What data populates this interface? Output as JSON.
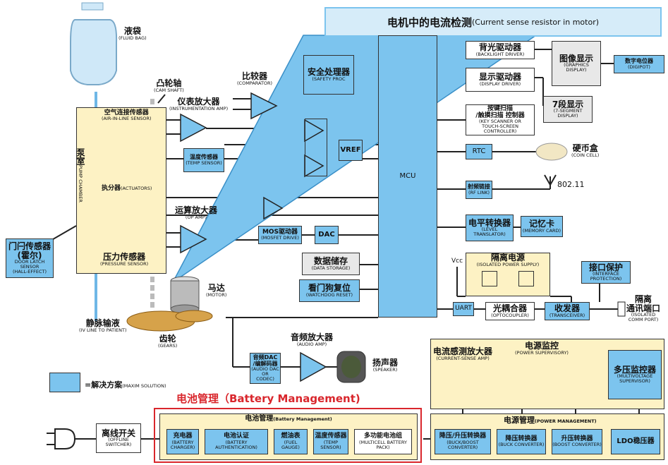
{
  "callout": {
    "zh": "电机中的电流检测",
    "en": "(Current sense resistor in motor)"
  },
  "fluid_bag": {
    "zh": "液袋",
    "en": "(FLUID BAG)"
  },
  "cam_shaft": {
    "zh": "凸轮轴",
    "en": "(CAM SHAFT)"
  },
  "comparator": {
    "zh": "比较器",
    "en": "(COMPARATOR)"
  },
  "inst_amp": {
    "zh": "仪表放大器",
    "en": "(INSTRUMENTATION AMP)"
  },
  "safety": {
    "zh": "安全处理器",
    "en": "(SAFETY PROC"
  },
  "air_sensor": {
    "zh": "空气连接传感器",
    "en": "(AIR-IN-LINE SENSOR)"
  },
  "temp_sensor1": {
    "zh": "温度传感器",
    "en": "(TEMP SENSOR)"
  },
  "vref": "VREF",
  "mcu": "MCU",
  "pump_chamber": {
    "zh": "泵室",
    "en": "PUMP CHAMBER"
  },
  "actuators": {
    "zh": "执分器",
    "en": "(ACTUATORS)"
  },
  "door_sensor": {
    "zh": "门闩传感器",
    "zh2": "(霍尔)",
    "en": "DOOR LATCH SENSOR",
    "en2": "(HALL-EFFECT)"
  },
  "pressure": {
    "zh": "压力传感器",
    "en": "(PRESSURE SENSOR)"
  },
  "op_amp": {
    "zh": "运算放大器",
    "en": "(OP AMP)"
  },
  "mos_driver": {
    "zh": "MOS驱动器",
    "en": "(MOSFET DRIVE)"
  },
  "dac": "DAC",
  "data_storage": {
    "zh": "数据储存",
    "en": "(DATA STORAGE)"
  },
  "watchdog": {
    "zh": "看门狗复位",
    "en": "(WATCHDOG RESET)"
  },
  "motor": {
    "zh": "马达",
    "en": "(MOTOR)"
  },
  "iv_line": {
    "zh": "静脉输液",
    "en": "(IV LINE TO PATIENT)"
  },
  "gears": {
    "zh": "齿轮",
    "en": "(GEARS)"
  },
  "backlight": {
    "zh": "背光驱动器",
    "en": "(BACKLIGHT DRIVER)"
  },
  "display_driver": {
    "zh": "显示驱动器",
    "en": "(DISPLAY DRIVER)"
  },
  "keyscan": {
    "zh": "按键扫描",
    "zh2": "/触摸扫描 控制器",
    "en": "(KEY SCANNER OR",
    "en2": "TOUCH-SCREEN CONTROLLER)"
  },
  "graphics": {
    "zh": "图像显示",
    "en": "(GRAPHICS",
    "en2": "DISPLAY)"
  },
  "digipot": {
    "zh": "数字电位器",
    "en": "(DIGIPOT)"
  },
  "seg7": {
    "zh": "7段显示",
    "en": "(7-SEGMENT",
    "en2": "DISPLAY)"
  },
  "rtc": "RTC",
  "coin_cell": {
    "zh": "硬币盒",
    "en": "(COIN CELL)"
  },
  "rf_link": {
    "zh": "射频链接",
    "en": "(RF LINK)"
  },
  "wifi": "802.11",
  "level_translator": {
    "zh": "电平转换器",
    "en": "(LEVEL",
    "en2": "TRANSLATOR)"
  },
  "memory_card": {
    "zh": "记忆卡",
    "en": "(MEMORY CARD)"
  },
  "vcc": "Vcc",
  "iso_supply": {
    "zh": "隔离电源",
    "en": "(ISOLATED POWER SUPPLY)"
  },
  "interface_prot": {
    "zh": "接口保护",
    "en": "(INTERFACE",
    "en2": "PROTECTION)"
  },
  "uart": "UART",
  "optocoupler": {
    "zh": "光耦合器",
    "en": "(OPTOCOUPLER)"
  },
  "transceiver": {
    "zh": "收发器",
    "en": "(TRANSCEIVER)"
  },
  "iso_port": {
    "zh": "隔离",
    "zh2": "通讯端口",
    "en": "(ISOLATED",
    "en2": "COMM PORT)"
  },
  "audio_dac": {
    "zh": "音频DAC",
    "zh2": "/编解码器",
    "en": "(AUDIO DAC OR",
    "en2": "CODEC)"
  },
  "audio_amp": {
    "zh": "音频放大器",
    "en": "(AUDIO AMP)"
  },
  "speaker": {
    "zh": "扬声器",
    "en": "(SPEAKER)"
  },
  "legend": {
    "zh": "=解决方案",
    "en": "(MAXIM SOLUTION)"
  },
  "current_sense": {
    "zh": "电流感测放大器",
    "en": "(CURRENT-SENSE AMP)"
  },
  "power_sup": {
    "zh": "电源监控",
    "en": "(POWER SUPERVISORY)"
  },
  "multivolt": {
    "zh": "多压监控器",
    "en": "(MULTIVOLTAGE",
    "en2": "SUPERVISOR)"
  },
  "battery_title": "电池管理（Battery Management)",
  "battery_group": {
    "zh": "电池管理",
    "en": "(Battery Management)"
  },
  "charger": {
    "zh": "充电器",
    "en": "(BATTERY CHARGER)"
  },
  "auth": {
    "zh": "电池认证",
    "en": "(BATTERY AUTHENTICATION)"
  },
  "fuel": {
    "zh": "燃油表",
    "en": "(FUEL GAUGE)"
  },
  "temp_sensor2": {
    "zh": "温度传感器",
    "en": "(TEMP SENSOR)"
  },
  "multicell": {
    "zh": "多功能电池组",
    "en": "(MULTICELL BATTERY PACK)"
  },
  "offline": {
    "zh": "离线开关",
    "en": "(OFFLINE",
    "en2": "SWITCHER)"
  },
  "power_mgmt": {
    "zh": "电源管理",
    "en": "(POWER MANAGEMENT)"
  },
  "buckboost": {
    "zh": "降压/升压转换器",
    "en": "(BUCK/BOOST CONVERTER)"
  },
  "buck": {
    "zh": "降压转换器",
    "en": "(BUCK CONVERTER)"
  },
  "boost": {
    "zh": "升压转换器",
    "en": "(BOOST CONVERTER)"
  },
  "ldo": "LDO稳压器",
  "colors": {
    "maxim": "#7cc4ee",
    "group": "#fdf2c4",
    "highlight": "#d9262c"
  }
}
